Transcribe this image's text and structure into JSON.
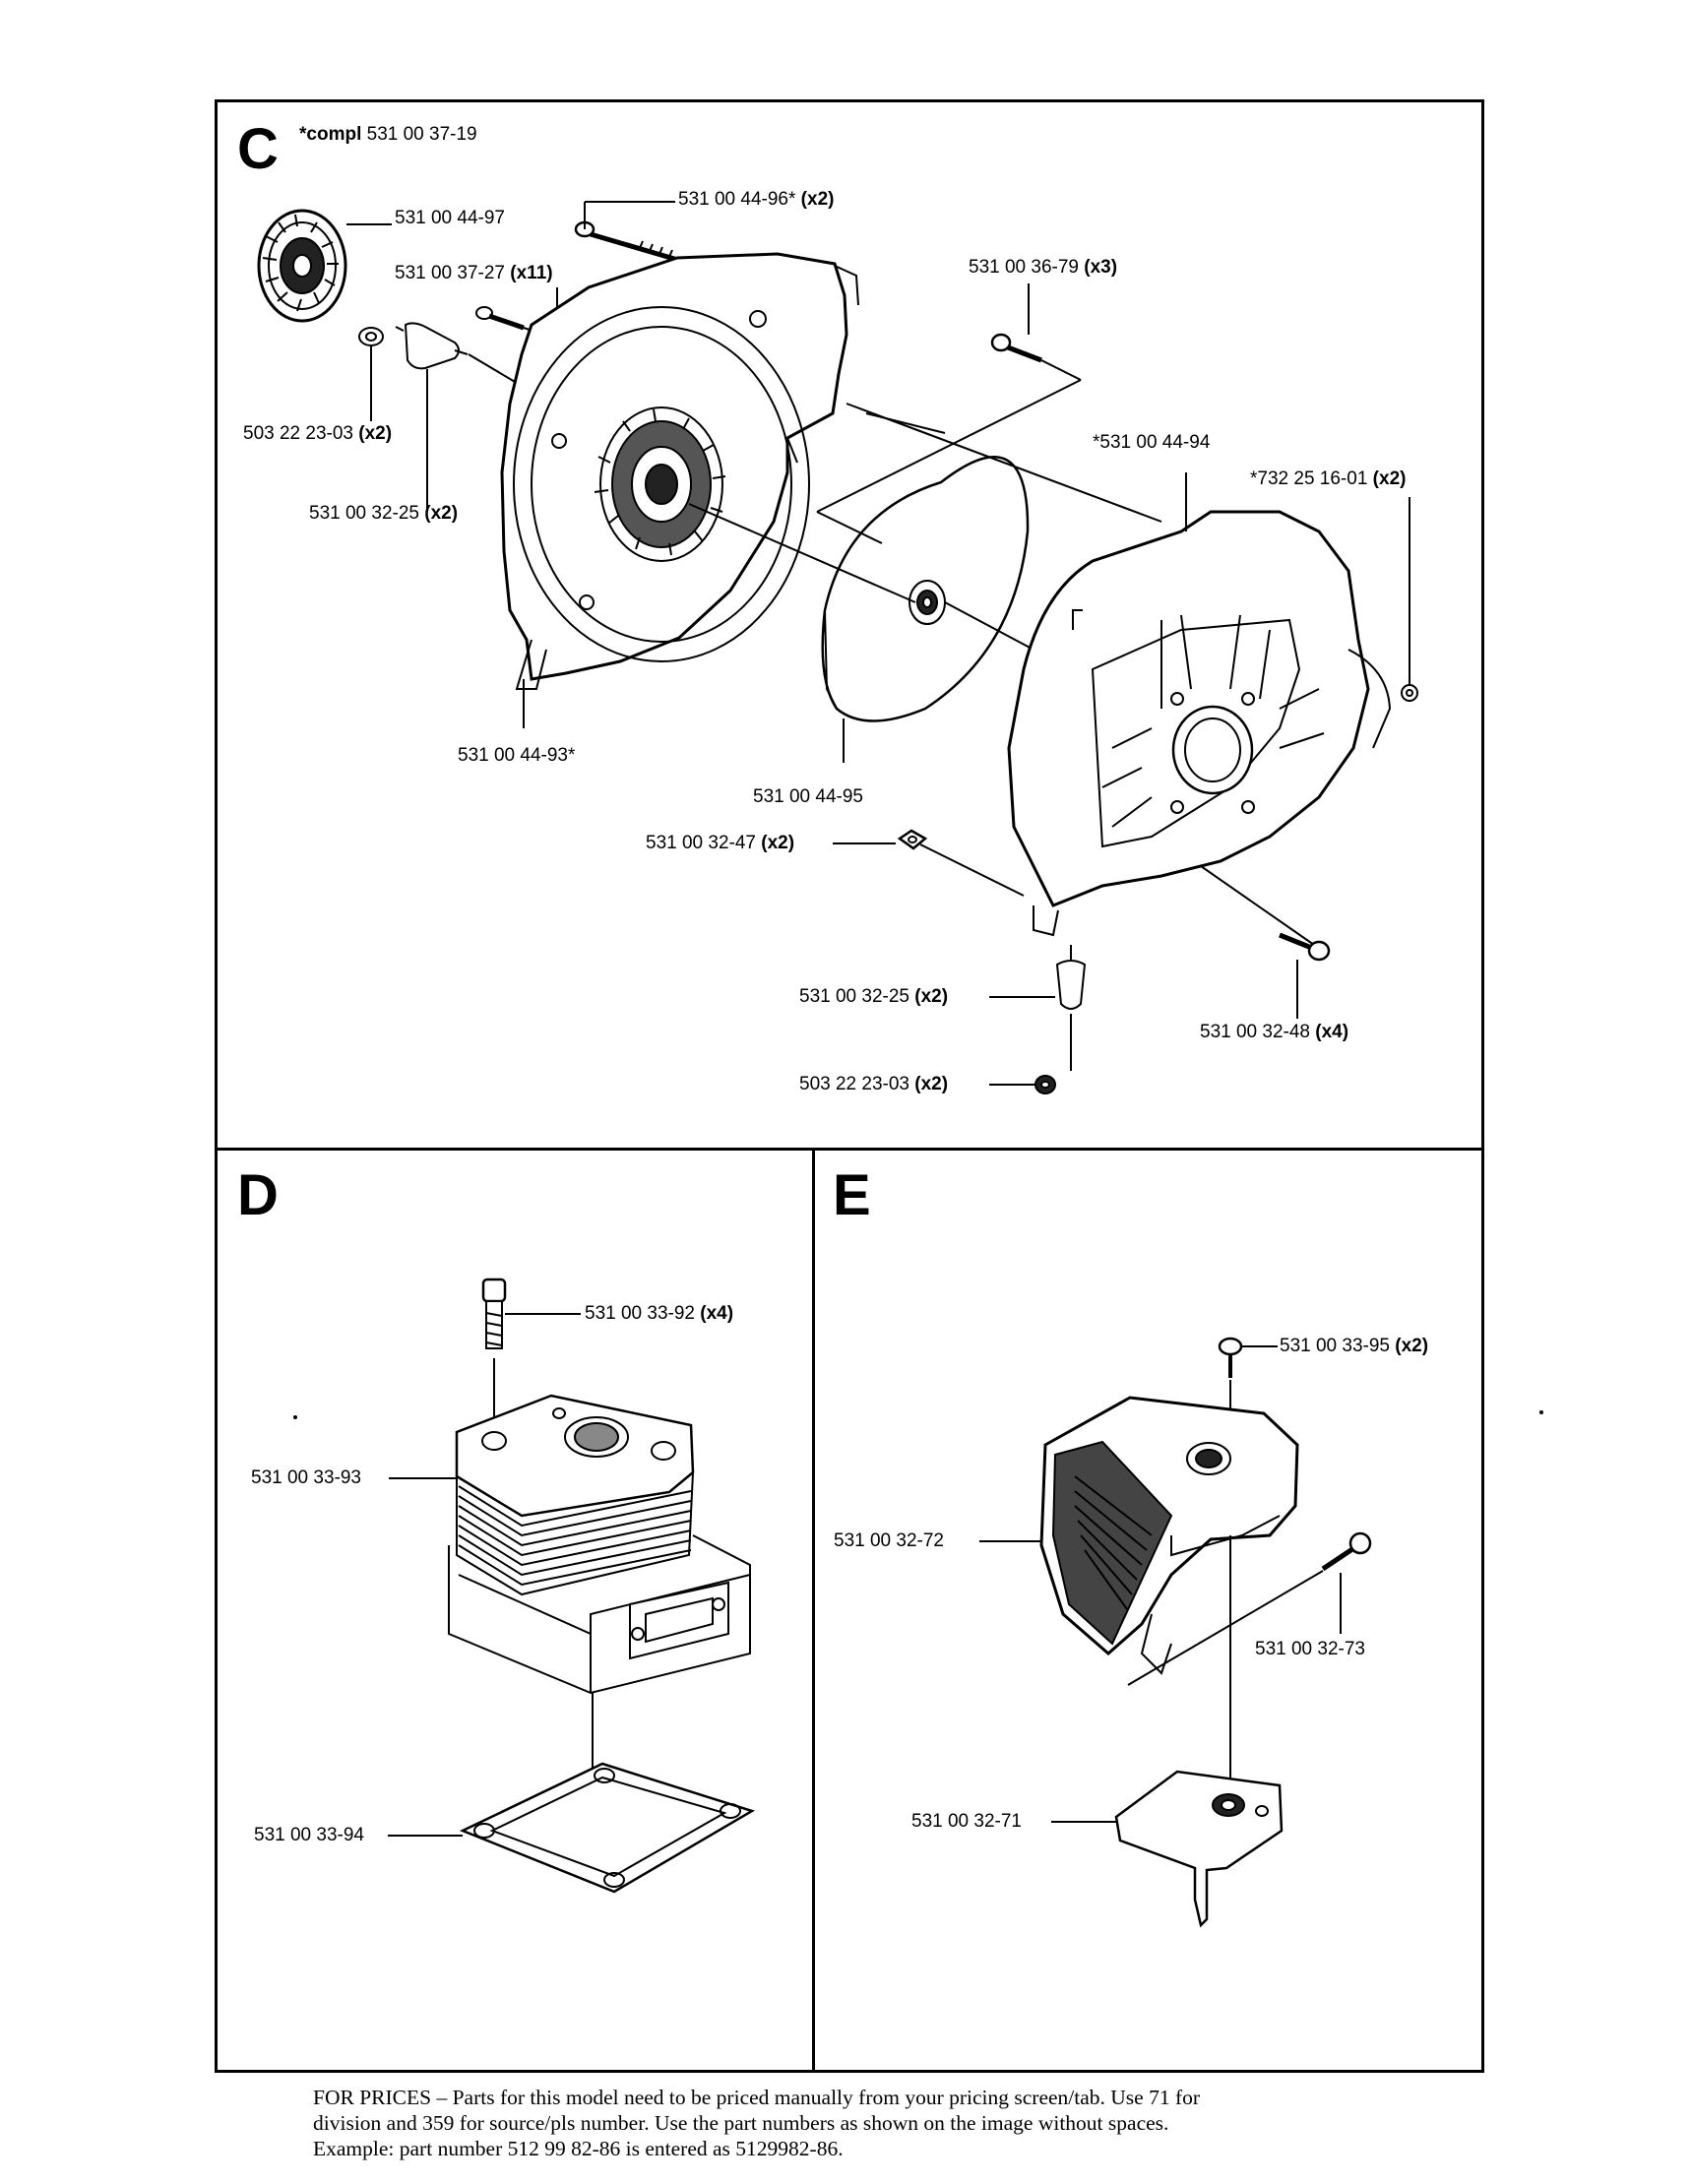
{
  "sections": {
    "c": {
      "letter": "C",
      "compl_prefix": "*compl",
      "compl_number": "531 00 37-19",
      "labels": {
        "fan_cover_grille": "531 00 44-97",
        "long_screw": "531 00 44-96*",
        "long_screw_qty": "(x2)",
        "screw_11": "531 00 37-27",
        "screw_11_qty": "(x11)",
        "screw_3": "531 00 36-79",
        "screw_3_qty": "(x3)",
        "nut_top": "503 22 23-03",
        "nut_top_qty": "(x2)",
        "damper_top": "531 00 32-25",
        "damper_top_qty": "(x2)",
        "fan_housing_rear": "*531 00 44-94",
        "screw_rear": "*732 25 16-01",
        "screw_rear_qty": "(x2)",
        "fan_housing_front": "531 00 44-93*",
        "impeller": "531 00 44-95",
        "square_nut": "531 00 32-47",
        "square_nut_qty": "(x2)",
        "damper_bottom": "531 00 32-25",
        "damper_bottom_qty": "(x2)",
        "screw_4": "531 00 32-48",
        "screw_4_qty": "(x4)",
        "nut_bottom": "503 22 23-03",
        "nut_bottom_qty": "(x2)"
      }
    },
    "d": {
      "letter": "D",
      "labels": {
        "cylinder_screw": "531 00 33-92",
        "cylinder_screw_qty": "(x4)",
        "cylinder": "531 00 33-93",
        "gasket": "531 00 33-94"
      }
    },
    "e": {
      "letter": "E",
      "labels": {
        "cover_screw": "531 00 33-95",
        "cover_screw_qty": "(x2)",
        "muffler_cover": "531 00 32-72",
        "screw": "531 00 32-73",
        "bracket": "531 00 32-71"
      }
    }
  },
  "footer": {
    "line1": "FOR PRICES – Parts for this model need to be priced manually from your pricing screen/tab.  Use 71 for",
    "line2": "division and 359 for source/pls number.  Use the part numbers as shown on the image without spaces.",
    "line3": "Example: part number 512 99 82-86 is entered as 5129982-86."
  }
}
